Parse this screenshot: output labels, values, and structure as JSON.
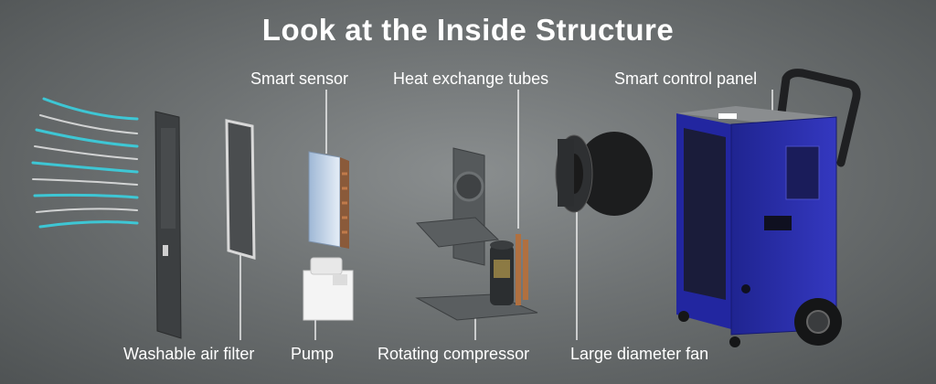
{
  "title": "Look at the Inside Structure",
  "labels": {
    "smart_sensor": "Smart sensor",
    "heat_exchange_tubes": "Heat exchange tubes",
    "smart_control_panel": "Smart control panel",
    "washable_air_filter": "Washable air filter",
    "pump": "Pump",
    "rotating_compressor": "Rotating compressor",
    "large_diameter_fan": "Large diameter fan"
  },
  "colors": {
    "background": "#6e7273",
    "text": "#ffffff",
    "airflow": "#3ad0e0",
    "unit_body": "#2a2fa8"
  }
}
